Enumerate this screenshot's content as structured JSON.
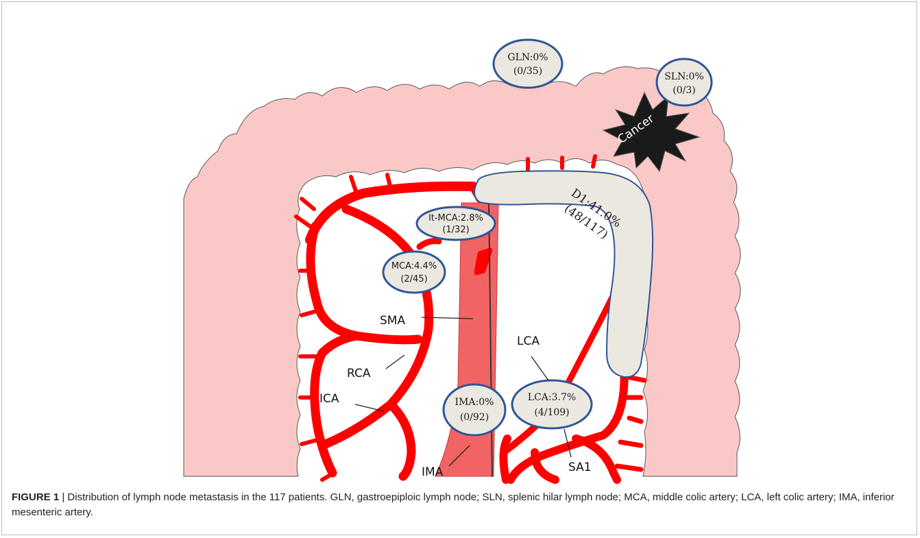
{
  "figure": {
    "nodes": {
      "gln": {
        "line1": "GLN:0%",
        "line2": "(0/35)"
      },
      "sln": {
        "line1": "SLN:0%",
        "line2": "(0/3)"
      },
      "lt_mca": {
        "line1": "lt-MCA:2.8%",
        "line2": "(1/32)"
      },
      "mca": {
        "line1": "MCA:4.4%",
        "line2": "(2/45)"
      },
      "ima": {
        "line1": "IMA:0%",
        "line2": "(0/92)"
      },
      "lca": {
        "line1": "LCA:3.7%",
        "line2": "(4/109)"
      },
      "d1": {
        "line1": "D1:41.0%",
        "line2": "(48/117)"
      }
    },
    "cancer_label": "Cancer",
    "artery_labels": {
      "sma": "SMA",
      "rca": "RCA",
      "ica": "ICA",
      "lca": "LCA",
      "ima": "IMA",
      "sa1": "SA1"
    },
    "colors": {
      "colon": "#fbc8c8",
      "colon_stroke": "#555555",
      "artery": "#ff0000",
      "aorta": "#f26464",
      "node_fill": "#ebe8e0",
      "node_stroke": "#2e5597",
      "cancer": "#1a1a1a"
    }
  },
  "caption": {
    "label": "FIGURE 1",
    "separator": " | ",
    "text": "Distribution of lymph node metastasis in the 117 patients. GLN, gastroepiploic lymph node; SLN, splenic hilar lymph node; MCA, middle colic artery; LCA, left colic artery; IMA, inferior mesenteric artery."
  }
}
